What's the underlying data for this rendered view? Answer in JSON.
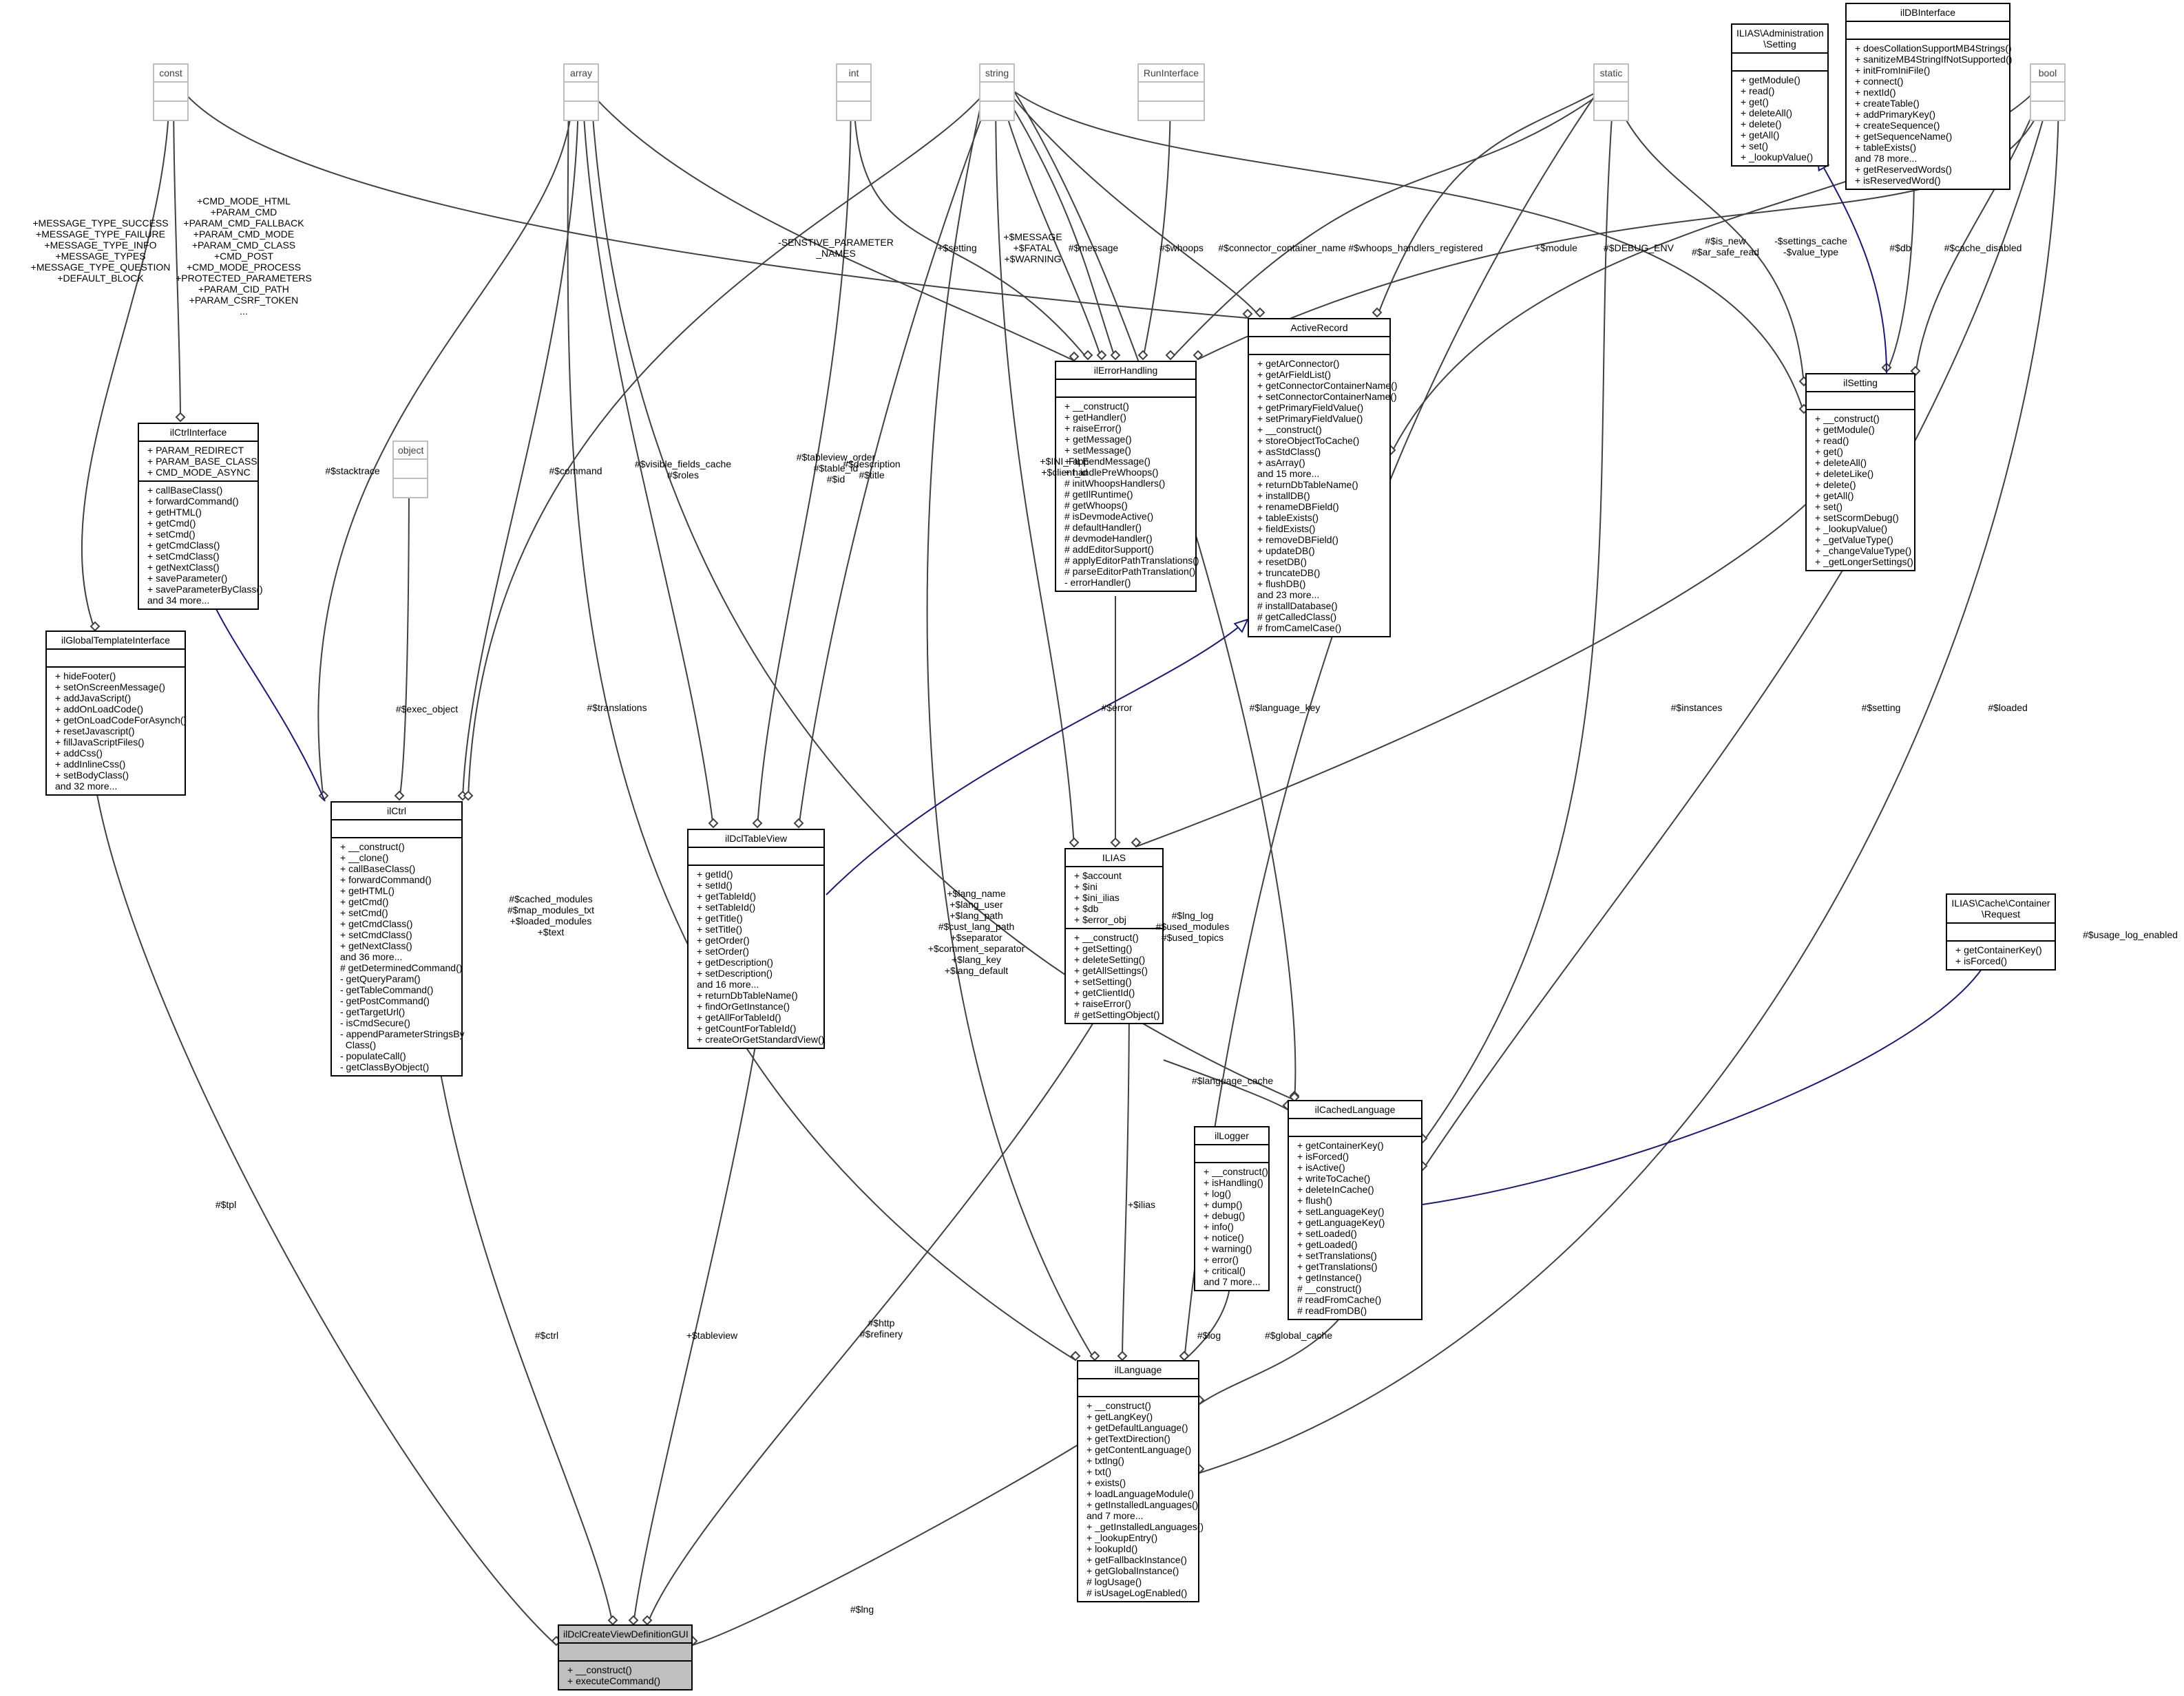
{
  "classes": [
    {
      "id": "const",
      "title": "const",
      "ghost": true,
      "attrs": [],
      "ops": []
    },
    {
      "id": "array",
      "title": "array",
      "ghost": true,
      "attrs": [],
      "ops": []
    },
    {
      "id": "int",
      "title": "int",
      "ghost": true,
      "attrs": [],
      "ops": []
    },
    {
      "id": "string",
      "title": "string",
      "ghost": true,
      "attrs": [],
      "ops": []
    },
    {
      "id": "RunInterface",
      "title": "RunInterface",
      "ghost": true,
      "attrs": [],
      "ops": []
    },
    {
      "id": "static",
      "title": "static",
      "ghost": true,
      "attrs": [],
      "ops": []
    },
    {
      "id": "bool",
      "title": "bool",
      "ghost": true,
      "attrs": [],
      "ops": []
    },
    {
      "id": "object",
      "title": "object",
      "ghost": true,
      "attrs": [],
      "ops": []
    },
    {
      "id": "ILIASAdminSetting",
      "title": "ILIAS\\Administration\n\\Setting",
      "attrs": [],
      "ops": [
        "+ getModule()",
        "+ read()",
        "+ get()",
        "+ deleteAll()",
        "+ delete()",
        "+ getAll()",
        "+ set()",
        "+ _lookupValue()"
      ]
    },
    {
      "id": "ilDBInterface",
      "title": "ilDBInterface",
      "attrs": [],
      "ops": [
        "+ doesCollationSupportMB4Strings()",
        "+ sanitizeMB4StringIfNotSupported()",
        "+ initFromIniFile()",
        "+ connect()",
        "+ nextId()",
        "+ createTable()",
        "+ addPrimaryKey()",
        "+ createSequence()",
        "+ getSequenceName()",
        "+ tableExists()",
        "and 78 more...",
        "+ getReservedWords()",
        "+ isReservedWord()"
      ]
    },
    {
      "id": "ilCtrlInterface",
      "title": "ilCtrlInterface",
      "attrs": [
        "+ PARAM_REDIRECT",
        "+ PARAM_BASE_CLASS",
        "+ CMD_MODE_ASYNC"
      ],
      "ops": [
        "+ callBaseClass()",
        "+ forwardCommand()",
        "+ getHTML()",
        "+ getCmd()",
        "+ setCmd()",
        "+ getCmdClass()",
        "+ setCmdClass()",
        "+ getNextClass()",
        "+ saveParameter()",
        "+ saveParameterByClass()",
        "and 34 more..."
      ]
    },
    {
      "id": "ilErrorHandling",
      "title": "ilErrorHandling",
      "attrs": [],
      "ops": [
        "+ __construct()",
        "+ getHandler()",
        "+ raiseError()",
        "+ getMessage()",
        "+ setMessage()",
        "+ appendMessage()",
        "+ handlePreWhoops()",
        "# initWhoopsHandlers()",
        "# getIlRuntime()",
        "# getWhoops()",
        "# isDevmodeActive()",
        "# defaultHandler()",
        "# devmodeHandler()",
        "# addEditorSupport()",
        "# applyEditorPathTranslations()",
        "# parseEditorPathTranslation()",
        "- errorHandler()"
      ]
    },
    {
      "id": "ActiveRecord",
      "title": "ActiveRecord",
      "attrs": [],
      "ops": [
        "+ getArConnector()",
        "+ getArFieldList()",
        "+ getConnectorContainerName()",
        "+ setConnectorContainerName()",
        "+ getPrimaryFieldValue()",
        "+ setPrimaryFieldValue()",
        "+ __construct()",
        "+ storeObjectToCache()",
        "+ asStdClass()",
        "+ asArray()",
        "and 15 more...",
        "+ returnDbTableName()",
        "+ installDB()",
        "+ renameDBField()",
        "+ tableExists()",
        "+ fieldExists()",
        "+ removeDBField()",
        "+ updateDB()",
        "+ resetDB()",
        "+ truncateDB()",
        "+ flushDB()",
        "and 23 more...",
        "# installDatabase()",
        "# getCalledClass()",
        "# fromCamelCase()"
      ]
    },
    {
      "id": "ilSetting",
      "title": "ilSetting",
      "attrs": [],
      "ops": [
        "+ __construct()",
        "+ getModule()",
        "+ read()",
        "+ get()",
        "+ deleteAll()",
        "+ deleteLike()",
        "+ delete()",
        "+ getAll()",
        "+ set()",
        "+ setScormDebug()",
        "+ _lookupValue()",
        "+ _getValueType()",
        "+ _changeValueType()",
        "+ _getLongerSettings()"
      ]
    },
    {
      "id": "ilGlobalTemplateInterface",
      "title": "ilGlobalTemplateInterface",
      "attrs": [],
      "ops": [
        "+ hideFooter()",
        "+ setOnScreenMessage()",
        "+ addJavaScript()",
        "+ addOnLoadCode()",
        "+ getOnLoadCodeForAsynch()",
        "+ resetJavascript()",
        "+ fillJavaScriptFiles()",
        "+ addCss()",
        "+ addInlineCss()",
        "+ setBodyClass()",
        "and 32 more..."
      ]
    },
    {
      "id": "ilCtrl",
      "title": "ilCtrl",
      "attrs": [],
      "ops": [
        "+ __construct()",
        "+ __clone()",
        "+ callBaseClass()",
        "+ forwardCommand()",
        "+ getHTML()",
        "+ getCmd()",
        "+ setCmd()",
        "+ getCmdClass()",
        "+ setCmdClass()",
        "+ getNextClass()",
        "and 36 more...",
        "# getDeterminedCommand()",
        "- getQueryParam()",
        "- getTableCommand()",
        "- getPostCommand()",
        "- getTargetUrl()",
        "- isCmdSecure()",
        "- appendParameterStringsBy\n  Class()",
        "- populateCall()",
        "- getClassByObject()"
      ]
    },
    {
      "id": "ilDclTableView",
      "title": "ilDclTableView",
      "attrs": [],
      "ops": [
        "+ getId()",
        "+ setId()",
        "+ getTableId()",
        "+ setTableId()",
        "+ getTitle()",
        "+ setTitle()",
        "+ getOrder()",
        "+ setOrder()",
        "+ getDescription()",
        "+ setDescription()",
        "and 16 more...",
        "+ returnDbTableName()",
        "+ findOrGetInstance()",
        "+ getAllForTableId()",
        "+ getCountForTableId()",
        "+ createOrGetStandardView()"
      ]
    },
    {
      "id": "ILIAS",
      "title": "ILIAS",
      "attrs": [
        "+ $account",
        "+ $ini",
        "+ $ini_ilias",
        "+ $db",
        "+ $error_obj"
      ],
      "ops": [
        "+ __construct()",
        "+ getSetting()",
        "+ deleteSetting()",
        "+ getAllSettings()",
        "+ setSetting()",
        "+ getClientId()",
        "+ raiseError()",
        "# getSettingObject()"
      ]
    },
    {
      "id": "ILIASCacheRequest",
      "title": "ILIAS\\Cache\\Container\n\\Request",
      "attrs": [],
      "ops": [
        "+ getContainerKey()",
        "+ isForced()"
      ]
    },
    {
      "id": "ilCachedLanguage",
      "title": "ilCachedLanguage",
      "attrs": [],
      "ops": [
        "+ getContainerKey()",
        "+ isForced()",
        "+ isActive()",
        "+ writeToCache()",
        "+ deleteInCache()",
        "+ flush()",
        "+ setLanguageKey()",
        "+ getLanguageKey()",
        "+ setLoaded()",
        "+ getLoaded()",
        "+ setTranslations()",
        "+ getTranslations()",
        "+ getInstance()",
        "# __construct()",
        "# readFromCache()",
        "# readFromDB()"
      ]
    },
    {
      "id": "ilLogger",
      "title": "ilLogger",
      "attrs": [],
      "ops": [
        "+ __construct()",
        "+ isHandling()",
        "+ log()",
        "+ dump()",
        "+ debug()",
        "+ info()",
        "+ notice()",
        "+ warning()",
        "+ error()",
        "+ critical()",
        "and 7 more..."
      ]
    },
    {
      "id": "ilLanguage",
      "title": "ilLanguage",
      "attrs": [],
      "ops": [
        "+ __construct()",
        "+ getLangKey()",
        "+ getDefaultLanguage()",
        "+ getTextDirection()",
        "+ getContentLanguage()",
        "+ txtlng()",
        "+ txt()",
        "+ exists()",
        "+ loadLanguageModule()",
        "+ getInstalledLanguages()",
        "and 7 more...",
        "+ _getInstalledLanguages()",
        "+ _lookupEntry()",
        "+ lookupId()",
        "+ getFallbackInstance()",
        "+ getGlobalInstance()",
        "# logUsage()",
        "# isUsageLogEnabled()"
      ]
    },
    {
      "id": "ilDclCreateViewDefinitionGUI",
      "title": "ilDclCreateViewDefinitionGUI",
      "attrs": [],
      "ops": [
        "+ __construct()",
        "+ executeCommand()"
      ]
    }
  ],
  "edge_labels": {
    "const_globaltpl": "+MESSAGE_TYPE_SUCCESS\n+MESSAGE_TYPE_FAILURE\n+MESSAGE_TYPE_INFO\n+MESSAGE_TYPES\n+MESSAGE_TYPE_QUESTION\n+DEFAULT_BLOCK",
    "const_ctrlif": "+CMD_MODE_HTML\n+PARAM_CMD\n+PARAM_CMD_FALLBACK\n+PARAM_CMD_MODE\n+PARAM_CMD_CLASS\n+CMD_POST\n+CMD_MODE_PROCESS\n+PROTECTED_PARAMETERS\n+PARAM_CID_PATH\n+PARAM_CSRF_TOKEN\n...",
    "stacktrace": "#$stacktrace",
    "command": "#$command",
    "exec_object": "#$exec_object",
    "visible_fields": "#$visible_fields_cache\n#$roles",
    "tableview_order": "#$tableview_order\n#$table_id\n#$id",
    "description": "#$description\n#$title",
    "sensitive": "-SENSTIVE_PARAMETER\n_NAMES",
    "setting": "+$setting",
    "fatal": "+$MESSAGE\n+$FATAL\n+$WARNING",
    "message": "#$message",
    "whoops": "#$whoops",
    "connector": "#$connector_container_name",
    "whoops_handlers": "#$whoops_handlers_registered",
    "module": "+$module",
    "debug_env": "#$DEBUG_ENV",
    "is_new": "#$is_new\n#$ar_safe_read",
    "settings_cache": "-$settings_cache\n-$value_type",
    "db": "#$db",
    "cache_disabled": "#$cache_disabled",
    "ini_file": "+$INI_FILE\n+$client_id",
    "error": "#$error",
    "translations": "#$translations",
    "language_key": "#$language_key",
    "instances": "#$instances",
    "setting_obj": "#$setting",
    "loaded": "#$loaded",
    "usage_log": "#$usage_log_enabled",
    "cached_modules": "#$cached_modules\n#$map_modules_txt\n+$loaded_modules\n+$text",
    "lang_name": "+$lang_name\n+$lang_user\n+$lang_path\n#$cust_lang_path\n+$separator\n+$comment_separator\n+$lang_key\n+$lang_default",
    "lng_log": "#$lng_log\n#$used_modules\n#$used_topics",
    "language_cache": "#$language_cache",
    "ilias": "+$ilias",
    "log": "#$log",
    "global_cache": "#$global_cache",
    "tpl": "#$tpl",
    "ctrl": "#$ctrl",
    "tableview": "+$tableview",
    "http": "#$http\n#$refinery",
    "lng": "#$lng"
  }
}
